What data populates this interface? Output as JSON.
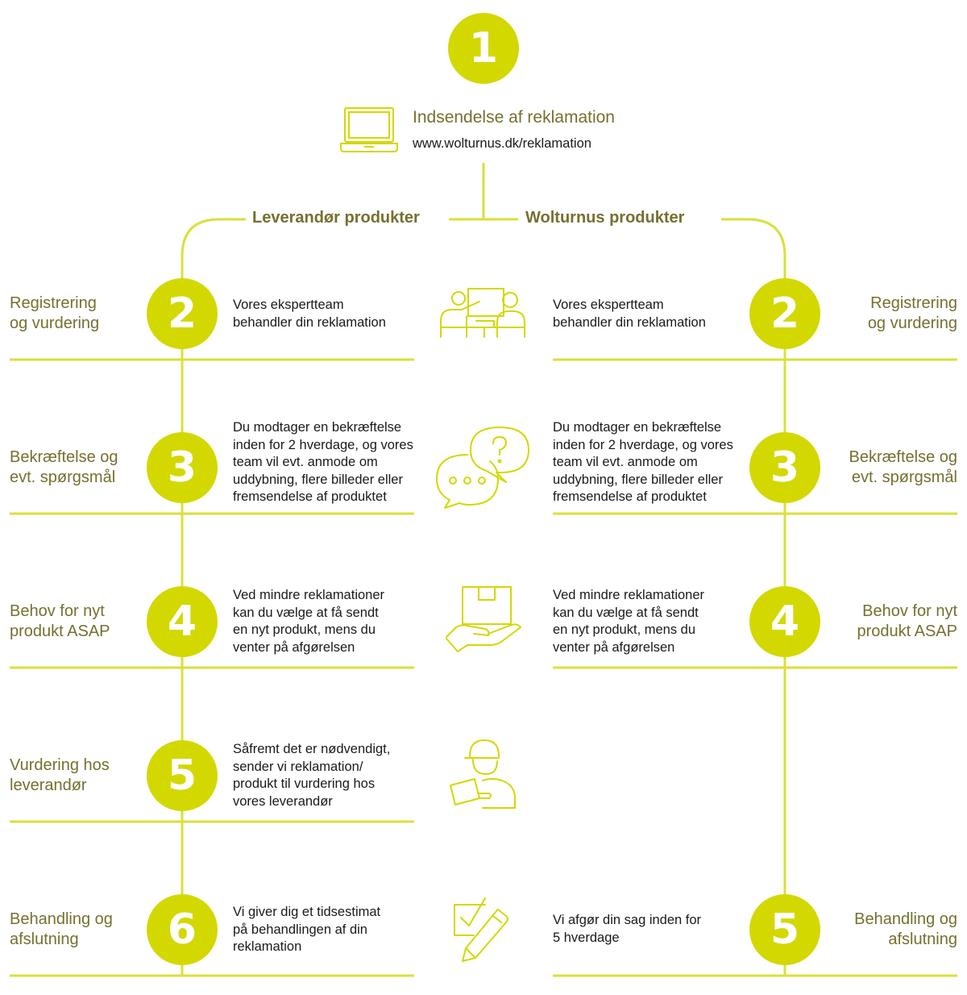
{
  "colors": {
    "accent": "#d3d800",
    "line": "#d9e03a",
    "title": "#75702f",
    "text": "#1a1a1a"
  },
  "start": {
    "number": "1",
    "icon": "laptop-icon",
    "title": "Indsendelse af reklamation",
    "url": "www.wolturnus.dk/reklamation"
  },
  "branches": {
    "left": "Leverandør produkter",
    "right": "Wolturnus produkter"
  },
  "steps": [
    {
      "icon": "meeting-presentation-icon",
      "left": {
        "number": "2",
        "title": "Registrering\nog vurdering",
        "desc": "Vores ekspertteam\nbehandler din reklamation"
      },
      "right": {
        "number": "2",
        "title": "Registrering\nog vurdering",
        "desc": "Vores ekspertteam\nbehandler din reklamation"
      }
    },
    {
      "icon": "question-chat-icon",
      "left": {
        "number": "3",
        "title": "Bekræftelse og\nevt. spørgsmål",
        "desc": "Du modtager en bekræftelse\ninden for 2 hverdage, og vores\nteam vil evt. anmode om\nuddybning, flere billeder eller\nfremsendelse af produktet"
      },
      "right": {
        "number": "3",
        "title": "Bekræftelse og\nevt. spørgsmål",
        "desc": "Du modtager en bekræftelse\ninden for 2 hverdage, og vores\nteam vil evt. anmode om\nuddybning, flere billeder eller\nfremsendelse af produktet"
      }
    },
    {
      "icon": "package-hand-icon",
      "left": {
        "number": "4",
        "title": "Behov for nyt\nprodukt ASAP",
        "desc": "Ved mindre reklamationer\nkan du vælge at få sendt\nen nyt produkt, mens du\nventer på afgørelsen"
      },
      "right": {
        "number": "4",
        "title": "Behov for nyt\nprodukt ASAP",
        "desc": "Ved mindre reklamationer\nkan du vælge at få sendt\nen nyt produkt, mens du\nventer på afgørelsen"
      }
    },
    {
      "icon": "worker-clipboard-icon",
      "left": {
        "number": "5",
        "title": "Vurdering hos\nleverandør",
        "desc": "Såfremt det er nødvendigt,\nsender vi reklamation/\nprodukt til vurdering hos\nvores leverandør"
      }
    },
    {
      "icon": "checklist-pen-icon",
      "left": {
        "number": "6",
        "title": "Behandling og\nafslutning",
        "desc": "Vi giver dig et tidsestimat\npå behandlingen af din\nreklamation"
      },
      "right": {
        "number": "5",
        "title": "Behandling og\nafslutning",
        "desc": "Vi afgør din sag inden for\n5 hverdage"
      }
    }
  ]
}
